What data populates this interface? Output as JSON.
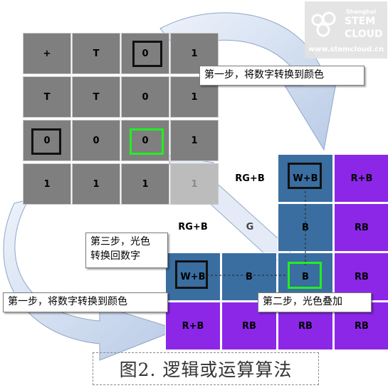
{
  "number_grid": {
    "rows": [
      [
        "+",
        "T",
        "0",
        "1"
      ],
      [
        "T",
        "T",
        "0",
        "1"
      ],
      [
        "0",
        "0",
        "0",
        "1"
      ],
      [
        "1",
        "1",
        "1",
        "1"
      ]
    ]
  },
  "color_grid": {
    "corner_labels": {
      "top_left": "RG+B",
      "mid_left": "RG+B",
      "g": "G"
    },
    "cells": {
      "r0c2": "W+B",
      "r0c3": "R+B",
      "r1c2": "B",
      "r1c3": "RB",
      "r2c0": "W+B",
      "r2c1": "B",
      "r2c2": "B",
      "r2c3": "RB",
      "r3c0": "R+B",
      "r3c1": "RB",
      "r3c2": "RB",
      "r3c3": "RB"
    },
    "colors": {
      "blue": "#3a6ea0",
      "purple": "#8c27e8"
    }
  },
  "callouts": {
    "step1_top": "第一步，将数字转换到颜色",
    "step1_bottom": "第一步，将数字转换到颜色",
    "step2": "第二步，光色叠加",
    "step3_line1": "第三步，光色",
    "step3_line2": "转换回数字"
  },
  "caption": "图2. 逻辑或运算算法",
  "logo": {
    "city": "Shanghai",
    "brand_line1": "STEM",
    "brand_line2": "CLOUD",
    "url": "www.stemcloud.cn"
  }
}
